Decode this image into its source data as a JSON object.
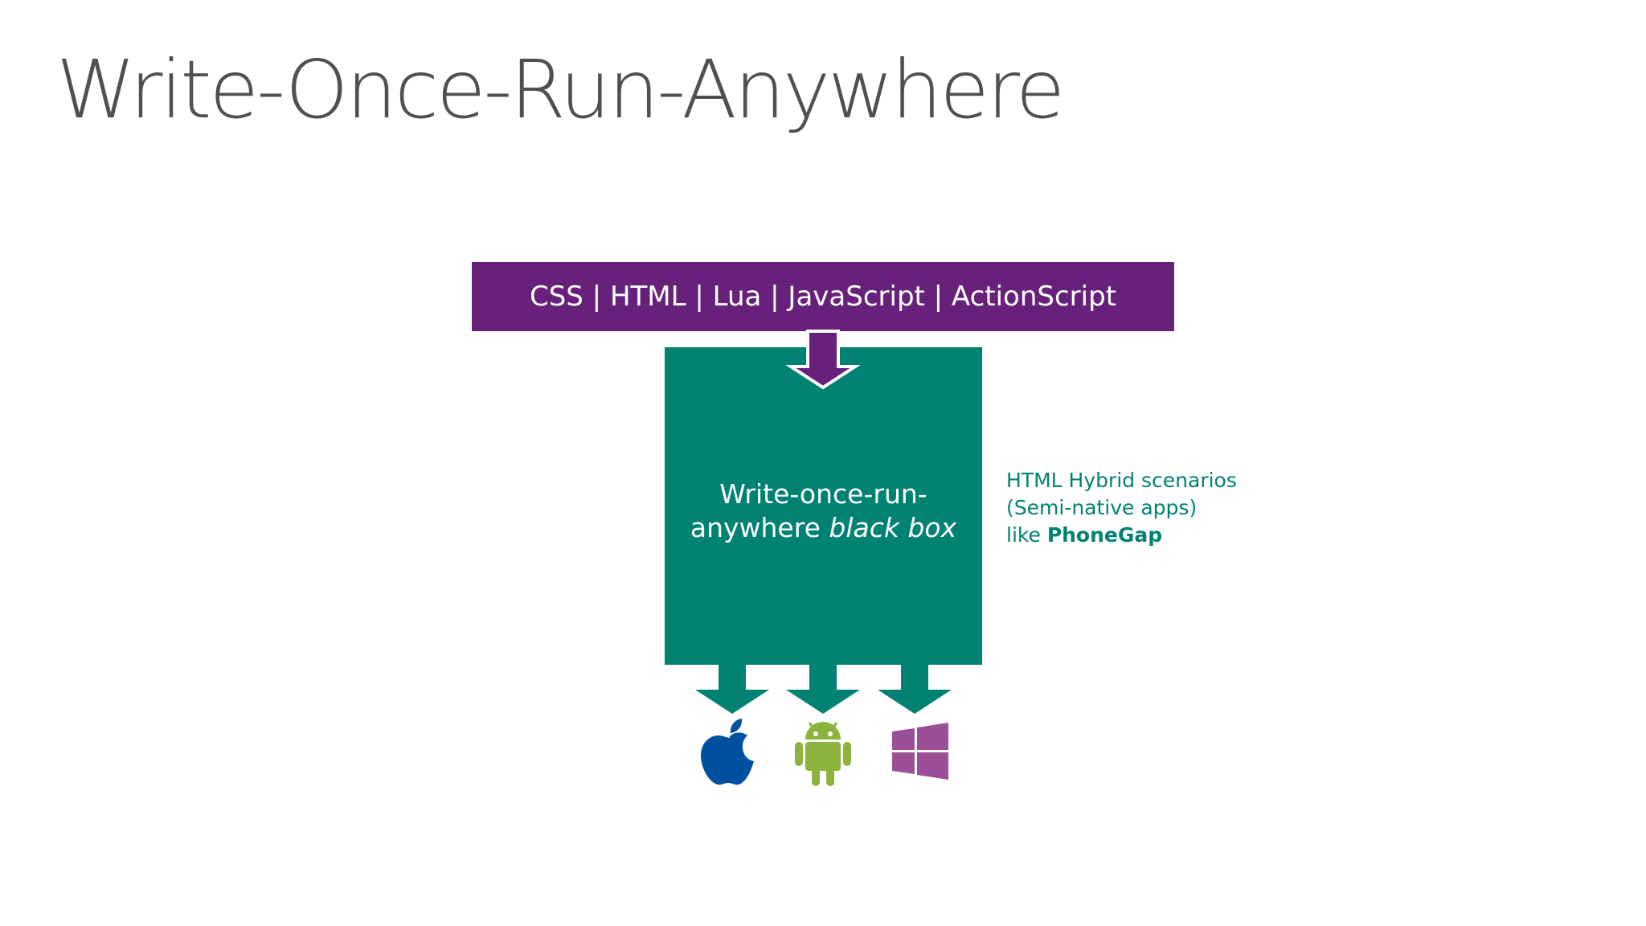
{
  "slide": {
    "title": "Write-Once-Run-Anywhere"
  },
  "languages_bar": {
    "text": "CSS | HTML | Lua | JavaScript | ActionScript"
  },
  "black_box": {
    "line1": "Write-once-run-",
    "line2_prefix": "anywhere ",
    "line2_italic": "black box"
  },
  "side_note": {
    "line1": "HTML Hybrid scenarios",
    "line2": "(Semi-native apps)",
    "line3_prefix": "like ",
    "line3_bold": "PhoneGap"
  },
  "platforms": [
    {
      "name": "apple-icon",
      "color": "#0050a0"
    },
    {
      "name": "android-icon",
      "color": "#8cb43c"
    },
    {
      "name": "windows-icon",
      "color": "#9b4f96"
    }
  ],
  "colors": {
    "purple": "#68217a",
    "teal": "#008272",
    "title_gray": "#505050"
  }
}
